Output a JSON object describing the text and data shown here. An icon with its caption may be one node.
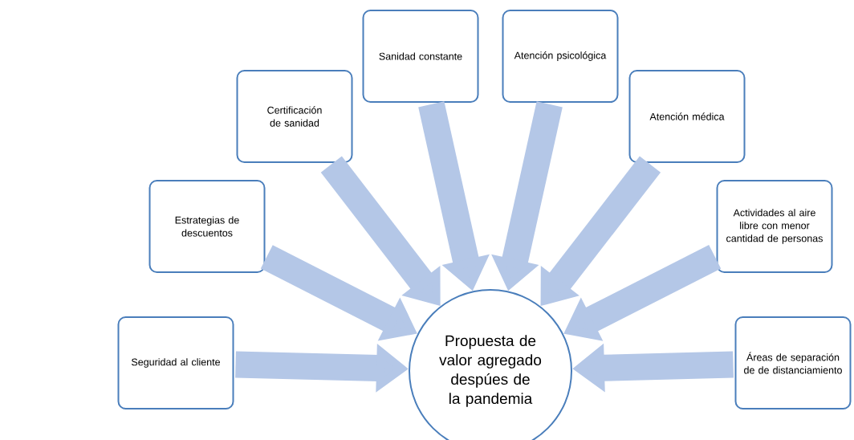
{
  "diagram": {
    "nodes": [
      {
        "text": [
          "Seguridad al cliente"
        ]
      },
      {
        "text": [
          "Estrategias de descuentos"
        ]
      },
      {
        "text": [
          "Certificación de sanidad"
        ]
      },
      {
        "text": [
          "Sanidad constante"
        ]
      },
      {
        "text": [
          "Atención psicológica"
        ]
      },
      {
        "text": [
          "Atención médica"
        ]
      },
      {
        "text": [
          "Actividades al aire libre con menor cantidad de personas"
        ]
      },
      {
        "text": [
          "Áreas de separación de de distanciamiento"
        ]
      },
      {
        "text": [
          "Propuesta de valor agregado despúes de la pandemia"
        ]
      }
    ],
    "edges": [
      {
        "from": 0,
        "to": 8,
        "arrow": "to"
      },
      {
        "from": 1,
        "to": 8,
        "arrow": "to"
      },
      {
        "from": 2,
        "to": 8,
        "arrow": "to"
      },
      {
        "from": 3,
        "to": 8,
        "arrow": "to"
      },
      {
        "from": 4,
        "to": 8,
        "arrow": "to"
      },
      {
        "from": 5,
        "to": 8,
        "arrow": "to"
      },
      {
        "from": 6,
        "to": 8,
        "arrow": "to"
      },
      {
        "from": 7,
        "to": 8,
        "arrow": "to"
      }
    ]
  }
}
